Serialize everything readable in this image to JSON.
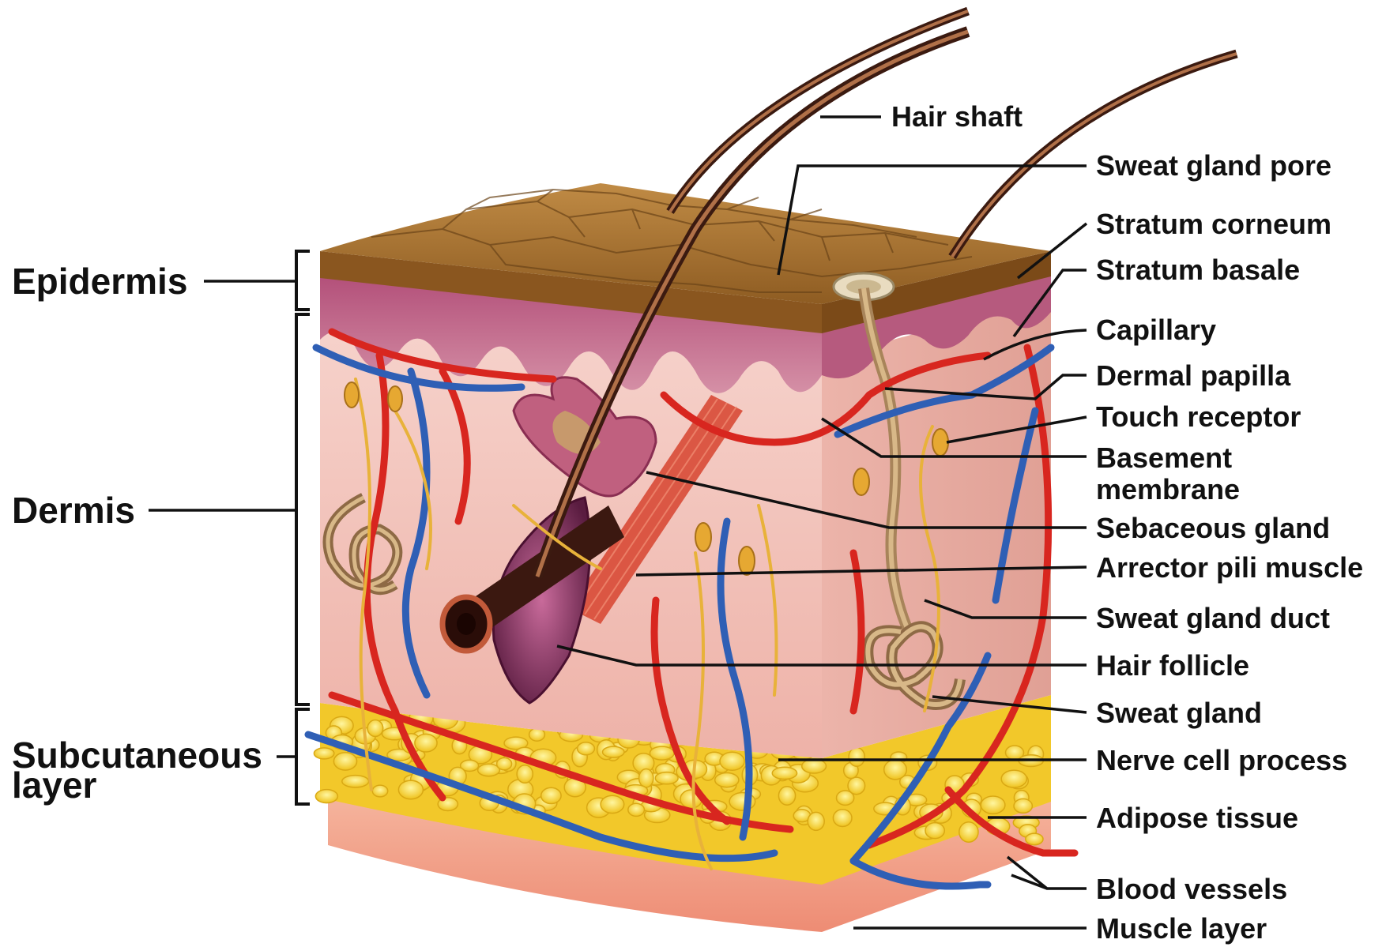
{
  "layers": {
    "epidermis": "Epidermis",
    "dermis": "Dermis",
    "subcutaneous_line1": "Subcutaneous",
    "subcutaneous_line2": "layer"
  },
  "labels": {
    "hair_shaft": "Hair shaft",
    "sweat_gland_pore": "Sweat gland pore",
    "stratum_corneum": "Stratum corneum",
    "stratum_basale": "Stratum basale",
    "capillary": "Capillary",
    "dermal_papilla": "Dermal papilla",
    "touch_receptor": "Touch receptor",
    "basement_membrane_line1": "Basement",
    "basement_membrane_line2": "membrane",
    "sebaceous_gland": "Sebaceous gland",
    "arrector_pili_muscle": "Arrector pili muscle",
    "sweat_gland_duct": "Sweat gland duct",
    "hair_follicle": "Hair follicle",
    "sweat_gland": "Sweat gland",
    "nerve_cell_process": "Nerve cell process",
    "adipose_tissue": "Adipose tissue",
    "blood_vessels": "Blood vessels",
    "muscle_layer": "Muscle layer"
  },
  "colors": {
    "stratum_corneum": "#a5732e",
    "epidermis": "#a8446a",
    "dermis": "#f3c6bf",
    "adipose": "#f4d23a",
    "muscle": "#f2a189",
    "artery": "#d8261f",
    "vein": "#2f5fb5",
    "nerve": "#e8b23a",
    "gland": "#c9a27a"
  }
}
